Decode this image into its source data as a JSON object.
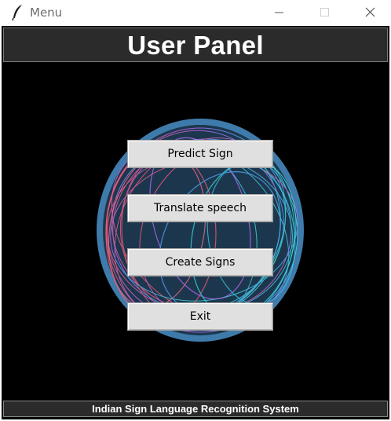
{
  "window": {
    "title": "Menu",
    "icon": "feather-icon",
    "controls": [
      "minimize-icon",
      "maximize-icon",
      "close-icon"
    ]
  },
  "header": {
    "title": "User Panel"
  },
  "menu": {
    "buttons": [
      {
        "label": "Predict Sign"
      },
      {
        "label": "Translate speech"
      },
      {
        "label": "Create Signs"
      },
      {
        "label": "Exit"
      }
    ]
  },
  "footer": {
    "text": "Indian Sign Language Recognition System"
  },
  "colors": {
    "background": "#000000",
    "header_bg": "#2b2b2b",
    "button_bg": "#e0e0e0",
    "art_colors": [
      "#ff5a7a",
      "#c16bff",
      "#5aa8ff",
      "#3fe0e0"
    ]
  }
}
